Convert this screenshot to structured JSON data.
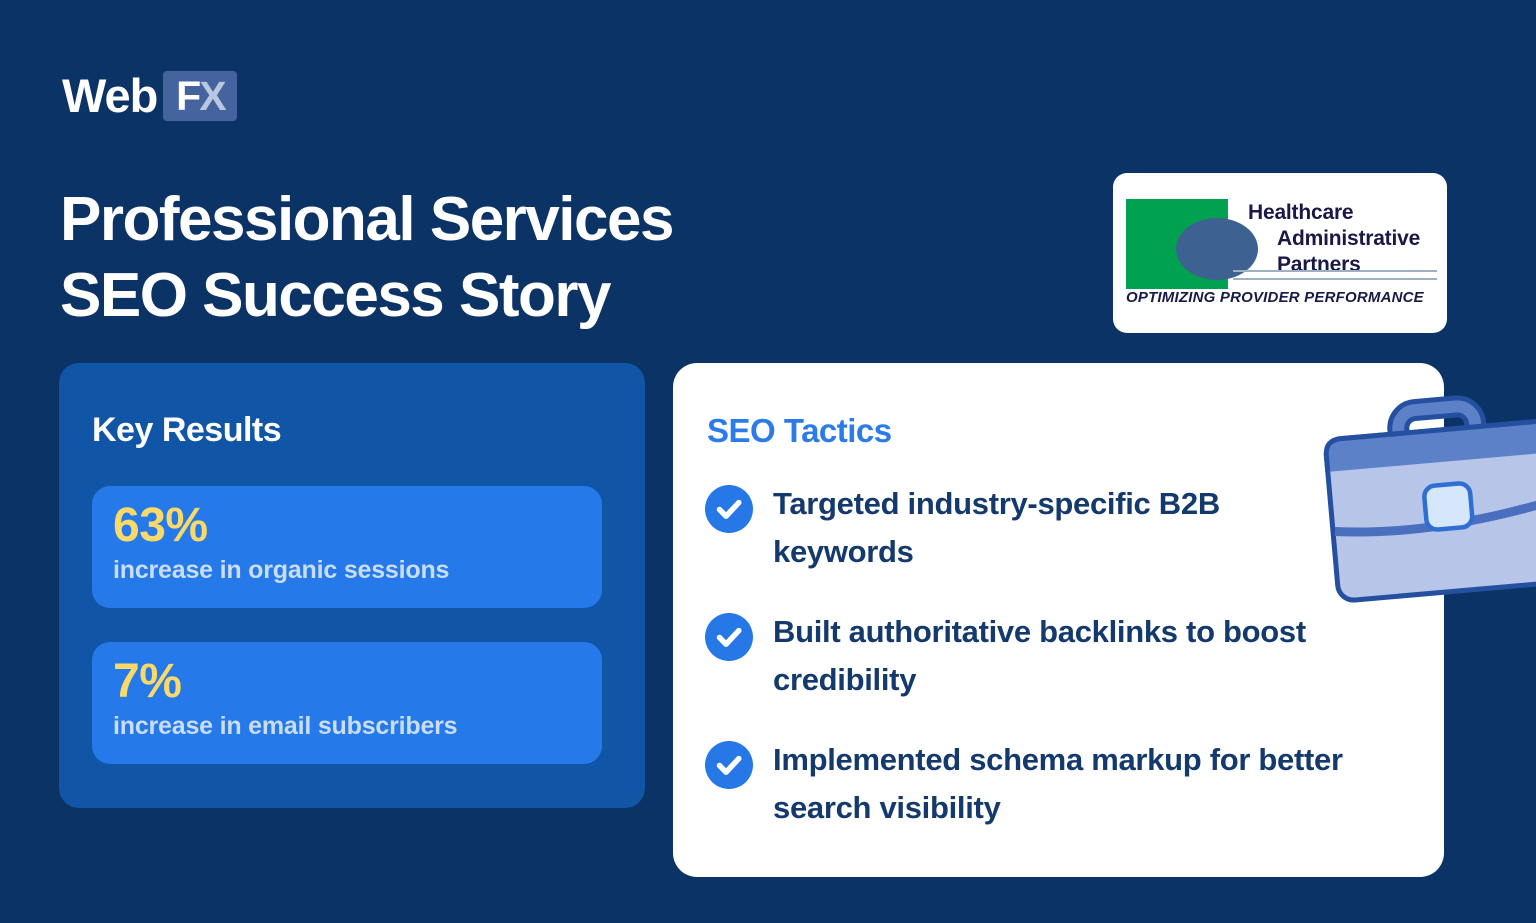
{
  "brand": {
    "word": "Web",
    "box_f": "F",
    "box_x": "X"
  },
  "header": {
    "title_line1": "Professional Services",
    "title_line2": "SEO Success Story"
  },
  "client_logo": {
    "name_line1": "Healthcare",
    "name_line2": "Administrative",
    "name_line3": "Partners",
    "tagline": "OPTIMIZING PROVIDER PERFORMANCE"
  },
  "key_results": {
    "title": "Key Results",
    "stats": [
      {
        "value": "63%",
        "label": "increase in organic sessions"
      },
      {
        "value": "7%",
        "label": "increase in email subscribers"
      }
    ]
  },
  "seo_tactics": {
    "title": "SEO Tactics",
    "items": [
      {
        "line1": "Targeted industry-specific B2B",
        "line2": "keywords",
        "text": "Targeted industry-specific B2B keywords"
      },
      {
        "line1": "Built authoritative backlinks to boost",
        "line2": "credibility",
        "text": "Built authoritative backlinks to boost credibility"
      },
      {
        "line1": "Implemented schema markup for better",
        "line2": "search visibility",
        "text": "Implemented schema markup for better search visibility"
      }
    ]
  },
  "icons": {
    "check": "check-icon",
    "briefcase": "briefcase-illustration"
  },
  "colors": {
    "background_navy": "#0c3365",
    "panel_blue": "#1155a6",
    "stat_card_blue": "#2679e8",
    "accent_yellow": "#f9d968",
    "stat_label_blue": "#c9ddf6",
    "tactics_heading_blue": "#2b7ce9",
    "navy_text": "#143a6d",
    "check_circle_blue": "#2778e7",
    "fx_box_blue": "#44639f",
    "hap_green": "#00a24f",
    "hap_ellipse_blue": "#3d6191",
    "briefcase_body": "#b7c5e9",
    "briefcase_band": "#5d81c8"
  }
}
